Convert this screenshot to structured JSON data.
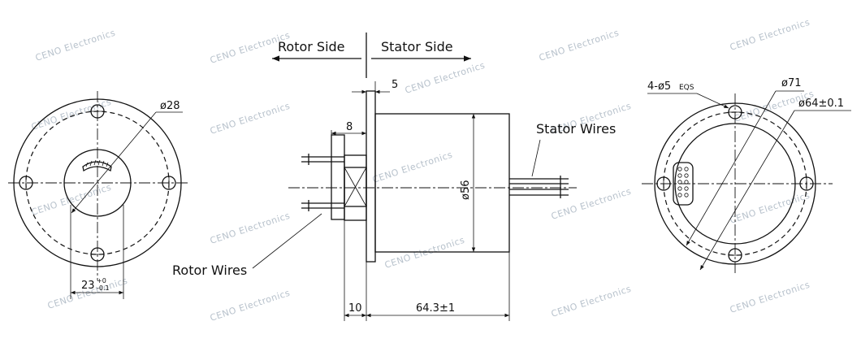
{
  "labels": {
    "rotor_side": "Rotor Side",
    "stator_side": "Stator Side",
    "stator_wires": "Stator Wires",
    "rotor_wires": "Rotor Wires"
  },
  "dimensions": {
    "rotor_dia": "ø28",
    "bore": "23",
    "bore_tol_upper": "+0",
    "bore_tol_lower": "-0.1",
    "flange_thickness": "5",
    "shaft_length": "8",
    "body_dia": "ø56",
    "flange_offset": "10",
    "body_length": "64.3±1",
    "holes": "4-ø5",
    "holes_eqs": "EQS",
    "flange_dia": "ø71",
    "pcd": "ø64±0.1"
  },
  "watermark": "CENO Electronics",
  "colors": {
    "line": "#111111",
    "watermark": "#b8c2cc"
  }
}
